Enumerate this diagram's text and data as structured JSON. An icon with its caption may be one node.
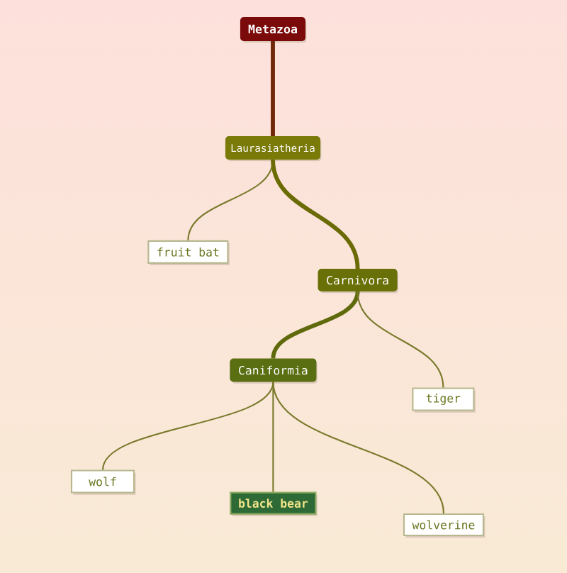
{
  "diagram": {
    "nodes": [
      {
        "text": [
          "Metazoa"
        ]
      },
      {
        "text": [
          "Laurasiatheria"
        ]
      },
      {
        "text": [
          "fruit bat"
        ]
      },
      {
        "text": [
          "Carnivora"
        ]
      },
      {
        "text": [
          "Caniformia"
        ]
      },
      {
        "text": [
          "tiger"
        ]
      },
      {
        "text": [
          "wolf"
        ]
      },
      {
        "text": [
          "black bear"
        ]
      },
      {
        "text": [
          "wolverine"
        ]
      }
    ],
    "edges": [
      {
        "from": 0,
        "to": 1,
        "arrow": "none",
        "style": "thick",
        "color": "#702808"
      },
      {
        "from": 1,
        "to": 2,
        "arrow": "none"
      },
      {
        "from": 1,
        "to": 3,
        "arrow": "none",
        "style": "thick",
        "color": "#6b6b05"
      },
      {
        "from": 3,
        "to": 4,
        "arrow": "none",
        "style": "thick",
        "color": "#5f6a0c"
      },
      {
        "from": 3,
        "to": 5,
        "arrow": "none"
      },
      {
        "from": 4,
        "to": 6,
        "arrow": "none"
      },
      {
        "from": 4,
        "to": 7,
        "arrow": "none"
      },
      {
        "from": 4,
        "to": 8,
        "arrow": "none"
      }
    ]
  }
}
